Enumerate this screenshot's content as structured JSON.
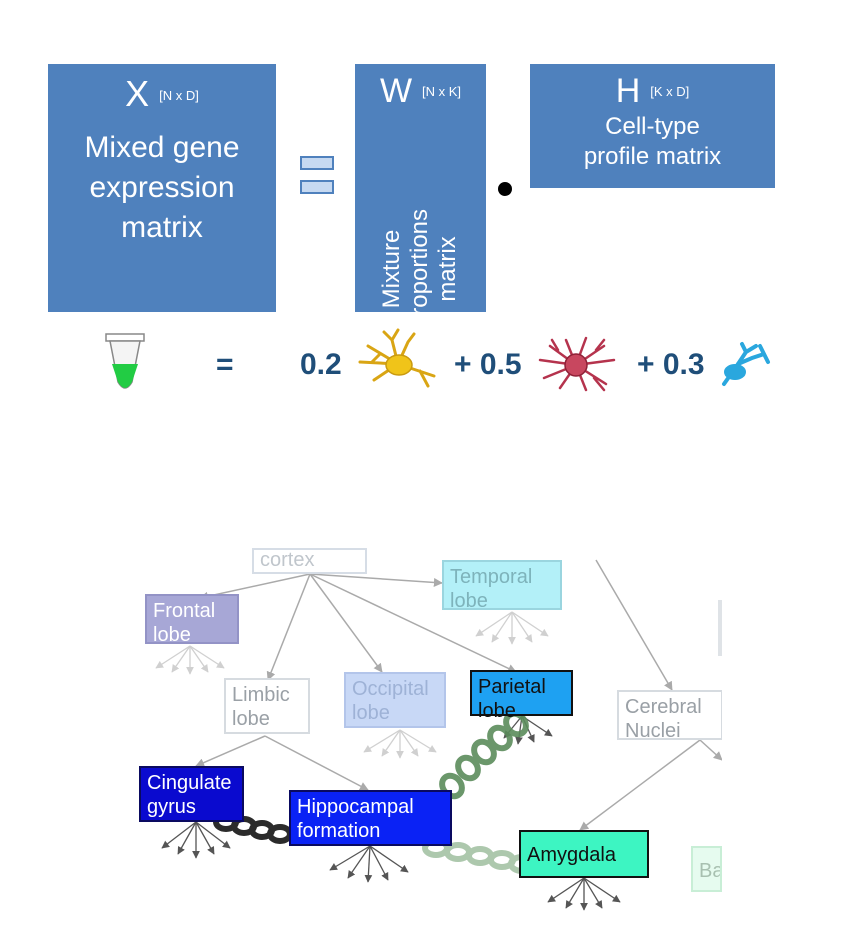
{
  "matrices": {
    "x": {
      "symbol": "X",
      "dim": "[N x D]",
      "label": "Mixed gene expression matrix"
    },
    "w": {
      "symbol": "W",
      "dim": "[N x K]",
      "label_lines": [
        "Mixture",
        "proportions",
        "matrix"
      ]
    },
    "h": {
      "symbol": "H",
      "dim": "[K x D]",
      "label_lines": [
        "Cell-type",
        "profile matrix"
      ]
    }
  },
  "equation": {
    "equals": "=",
    "term1": "0.2",
    "term2": "+ 0.5",
    "term3": "+ 0.3"
  },
  "colors": {
    "matrix_blue": "#4f81bd",
    "tube_green": "#22cc44",
    "coefficient_text": "#1f4e79",
    "neuron_yellow": "#f0c419",
    "neuron_red": "#b5334d",
    "neuron_cyan": "#2aa7de"
  },
  "icons": [
    "test-tube-icon",
    "yellow-neuron-icon",
    "red-astrocyte-icon",
    "cyan-cell-icon",
    "chain-link-icon",
    "arrow-icon"
  ],
  "tree": {
    "nodes": {
      "cortex": "cortex",
      "temporal": "Temporal lobe",
      "frontal": "Frontal lobe",
      "limbic": "Limbic lobe",
      "occipital": "Occipital lobe",
      "parietal": "Parietal lobe",
      "cerebral": "Cerebral Nuclei",
      "cingulate": "Cingulate gyrus",
      "hippocampal": "Hippocampal formation",
      "amygdala": "Amygdala",
      "ba": "Ba"
    }
  }
}
